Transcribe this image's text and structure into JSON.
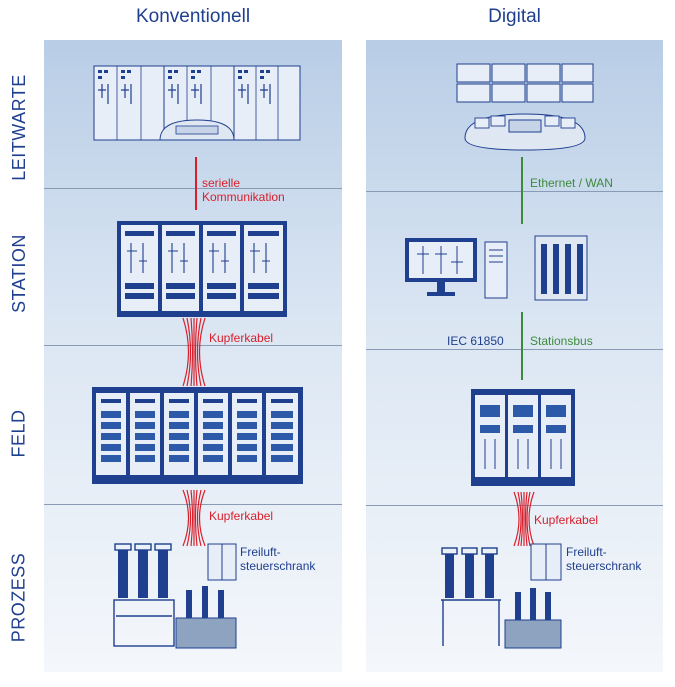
{
  "headers": {
    "conventional": "Konventionell",
    "digital": "Digital"
  },
  "levels": [
    "LEITWARTE",
    "STATION",
    "FELD",
    "PROZESS"
  ],
  "conventional": {
    "link1": [
      "serielle",
      "Kommunikation"
    ],
    "link2": "Kupferkabel",
    "link3": "Kupferkabel",
    "cabinet": [
      "Freiluft-",
      "steuerschrank"
    ]
  },
  "digital": {
    "link1": "Ethernet / WAN",
    "link2_left": "IEC 61850",
    "link2_right": "Stationsbus",
    "link3": "Kupferkabel",
    "cabinet": [
      "Freiluft-",
      "steuerschrank"
    ]
  },
  "colors": {
    "title": "#1f3f8f",
    "copper": "#d8202c",
    "ethernet": "#3d8a3d",
    "equipment": "#1f3f8f"
  }
}
